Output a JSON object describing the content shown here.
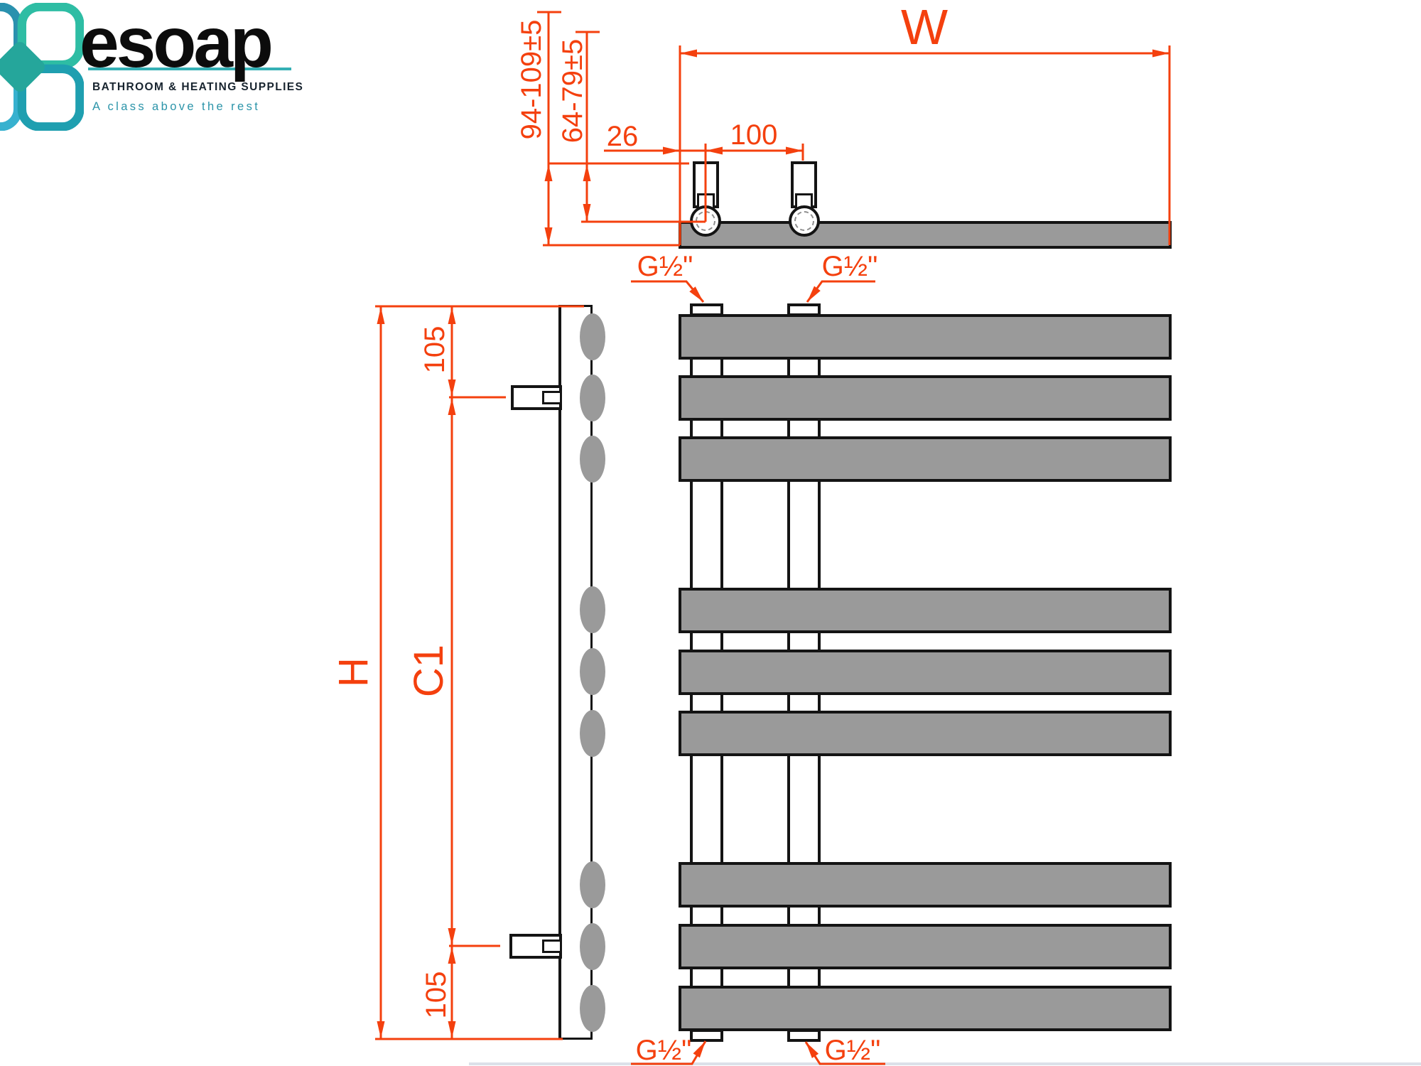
{
  "logo": {
    "brand": "esoap",
    "tagline_primary": "BATHROOM & HEATING SUPPLIES",
    "tagline_secondary": "A class above the rest"
  },
  "drawing": {
    "top_view": {
      "width_label": "W",
      "valve_edge_offset": "26",
      "valve_pitch": "100",
      "depth_to_valve_top_max": "94-109±5",
      "depth_to_valve_top_min": "64-79±5",
      "thread_top_left": "G½\"",
      "thread_top_right": "G½\""
    },
    "front_view": {
      "height_label": "H",
      "bracket_centres_label": "C1",
      "bracket_offset_top": "105",
      "bracket_offset_bottom": "105",
      "thread_bottom_left": "G½\"",
      "thread_bottom_right": "G½\""
    },
    "panels": {
      "groups": 3,
      "bars_per_group": 3,
      "total_bars": 9
    }
  },
  "colors": {
    "dimension_red": "#f4400e",
    "metal_gray": "#9a9a9a",
    "line_black": "#141414",
    "brand_teal": "#35b0b5",
    "tagline_teal": "#2b94a9"
  }
}
